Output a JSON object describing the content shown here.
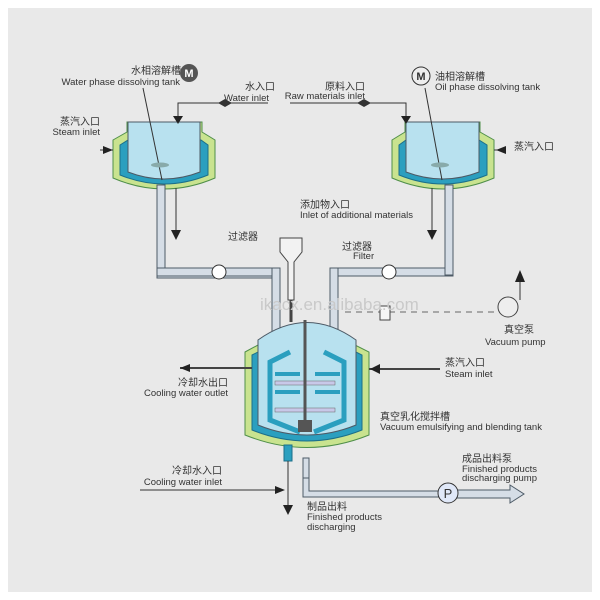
{
  "colors": {
    "background": "#e9e9e9",
    "tank_fill": "#b8e1ef",
    "jacket": "#2b9fbf",
    "insulation": "#c9e38f",
    "pipe": "#d5dde6"
  },
  "labels": {
    "water_tank_zh": "水相溶解槽",
    "water_tank_en": "Water phase dissolving tank",
    "water_inlet_zh": "水入口",
    "water_inlet_en": "Water inlet",
    "raw_inlet_zh": "原料入口",
    "raw_inlet_en": "Raw materials inlet",
    "oil_tank_zh": "油相溶解槽",
    "oil_tank_en": "Oil phase dissolving tank",
    "steam_left_zh": "蒸汽入口",
    "steam_left_en": "Steam inlet",
    "steam_right_zh": "蒸汽入口",
    "additional_zh": "添加物入口",
    "additional_en": "Inlet of additional materials",
    "filter_left_zh": "过滤器",
    "filter_right_zh": "过滤器",
    "filter_right_en": "Filter",
    "vacuum_pump_zh": "真空泵",
    "vacuum_pump_en": "Vacuum pump",
    "cooling_out_zh": "冷却水出口",
    "cooling_out_en": "Cooling water outlet",
    "steam_main_zh": "蒸汽入口",
    "steam_main_en": "Steam inlet",
    "main_tank_zh": "真空乳化搅拌槽",
    "main_tank_en": "Vacuum emulsifying and blending tank",
    "cooling_in_zh": "冷却水入口",
    "cooling_in_en": "Cooling water inlet",
    "pump_zh": "成品出料泵",
    "pump_en1": "Finished products",
    "pump_en2": "discharging pump",
    "discharge_zh": "制品出料",
    "discharge_en1": "Finished products",
    "discharge_en2": "discharging",
    "motor_symbol": "M",
    "pump_symbol": "P",
    "watermark": "ikacx.en.alibaba.com"
  }
}
